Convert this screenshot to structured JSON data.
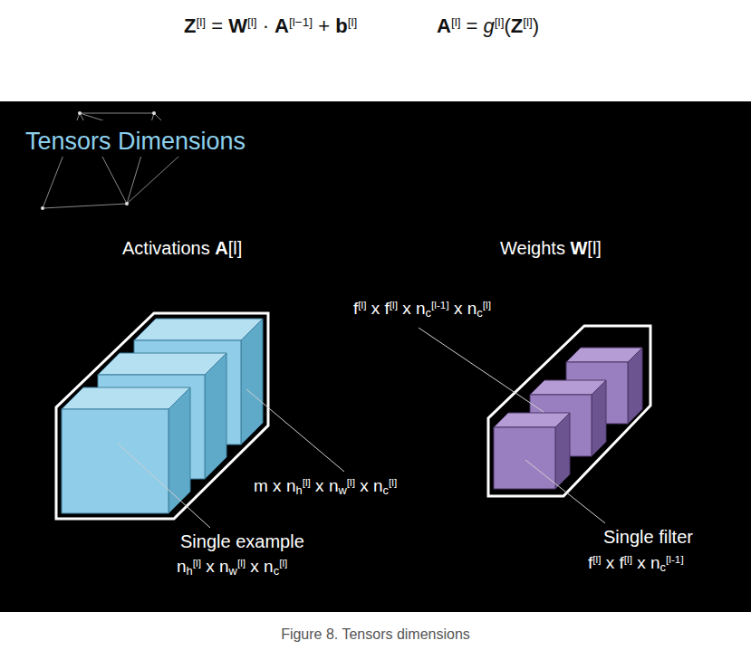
{
  "diagram": {
    "title": "Tensors Dimensions",
    "caption": "Figure 8. Tensors dimensions",
    "labels": [
      "Z[l] = W[l] · A[l−1] + b[l]",
      "A[l] = g[l](Z[l])",
      "Activations A[l]",
      "Weights W[l]",
      "f[l] x f[l] x nc[l-1] x nc[l]",
      "m x nh[l] x nw[l] x nc[l]",
      "Single example",
      "nh[l] x nw[l] x nc[l]",
      "Single filter",
      "f[l] x f[l] x nc[l-1]"
    ]
  }
}
